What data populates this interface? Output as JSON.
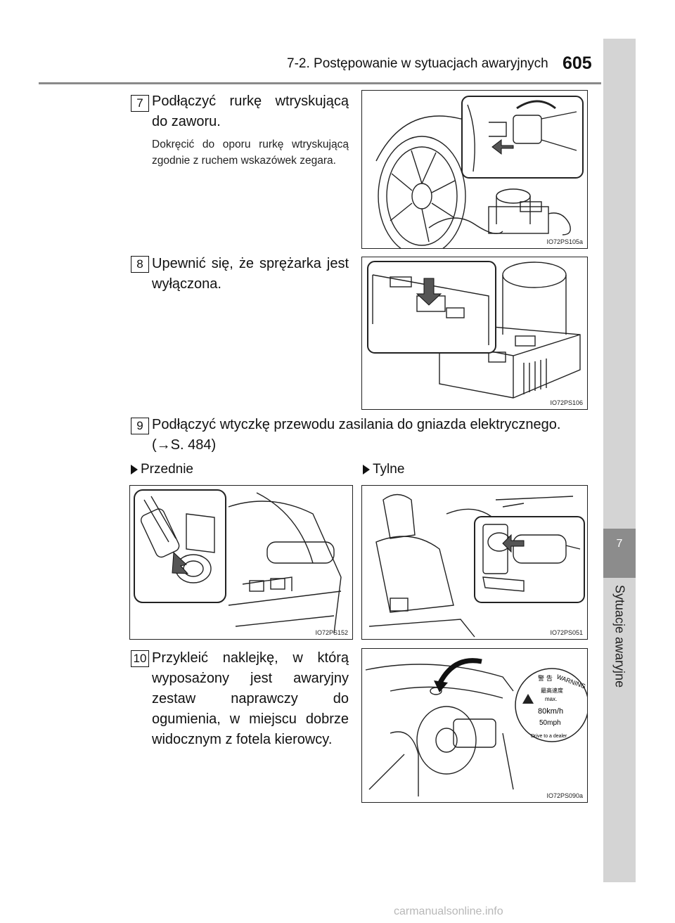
{
  "header": {
    "section_title": "7-2. Postępowanie w sytuacjach awaryjnych",
    "page_number": "605"
  },
  "sidebar": {
    "chapter_number": "7",
    "chapter_title": "Sytuacje awaryjne"
  },
  "steps": [
    {
      "num": "7",
      "text": "Podłączyć rurkę wtryskującą do zaworu.",
      "note": "Dokręcić do oporu rurkę wtryskującą zgodnie z ruchem wskazówek zegara.",
      "figure_code": "IO72PS105a"
    },
    {
      "num": "8",
      "text": "Upewnić się, że sprężarka jest wyłączona.",
      "figure_code": "IO72PS106"
    },
    {
      "num": "9",
      "text": "Podłączyć wtyczkę przewodu zasilania do gniazda elektrycznego.",
      "ref_arrow": "→",
      "ref": "S. 484",
      "options": [
        {
          "label": "Przednie",
          "figure_code": "IO72PS152"
        },
        {
          "label": "Tylne",
          "figure_code": "IO72PS051"
        }
      ]
    },
    {
      "num": "10",
      "text": "Przykleić naklejkę, w którą wyposażony jest awaryjny zestaw naprawczy do ogumienia, w miejscu dobrze widocznym z fotela kierowcy.",
      "figure_code": "IO72PS090a",
      "sticker": {
        "jp_top": "警 告",
        "warning": "WARNING",
        "jp_speed": "最高速度",
        "max": "max.",
        "kmh": "80km/h",
        "mph": "50mph",
        "drive": "Drive to a dealer"
      }
    }
  ],
  "footer": {
    "watermark": "carmanualsonline.info"
  }
}
